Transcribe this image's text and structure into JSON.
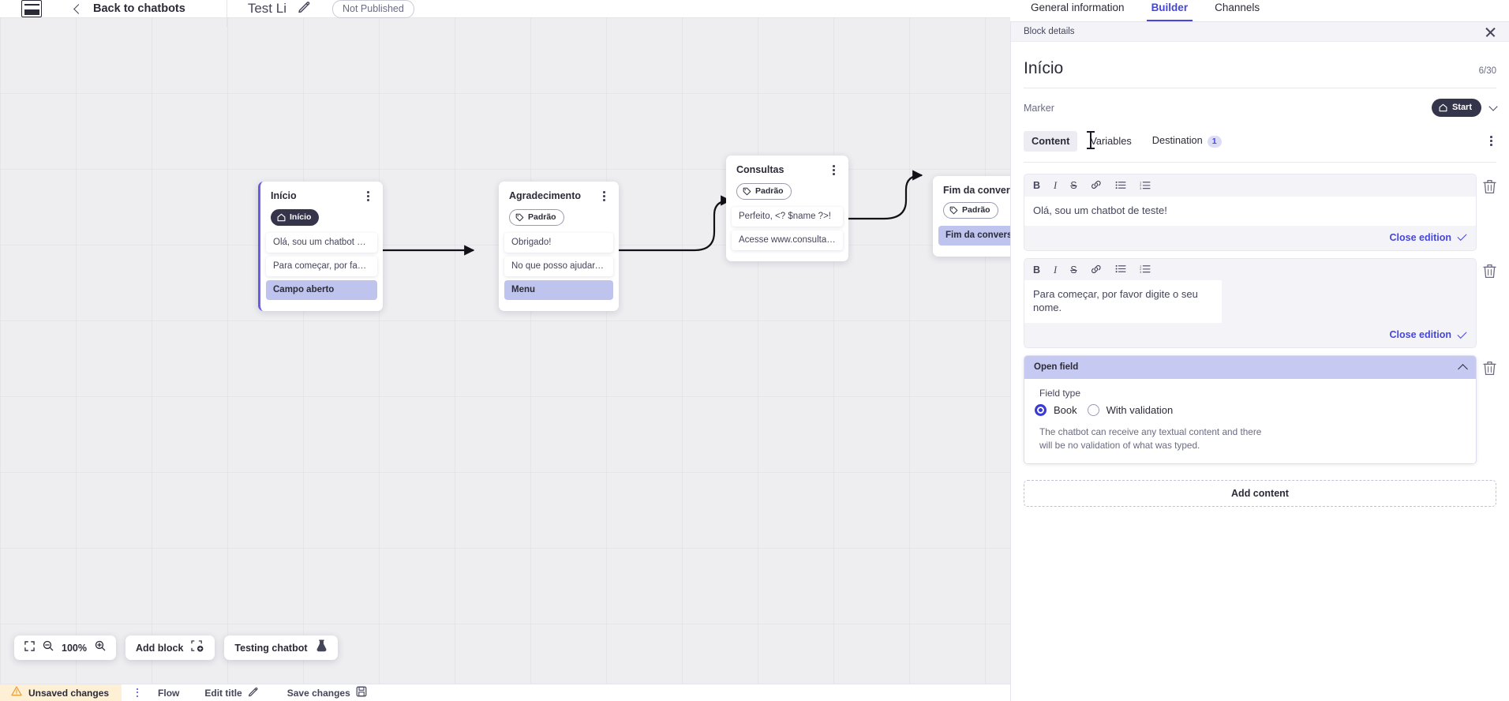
{
  "header": {
    "logo_icon": "app-logo-icon",
    "back_label": "Back to chatbots",
    "bot_name": "Test Li",
    "edit_icon": "pencil-icon",
    "publish_status": "Not Published"
  },
  "top_tabs": [
    {
      "label": "General information",
      "active": false
    },
    {
      "label": "Builder",
      "active": true
    },
    {
      "label": "Channels",
      "active": false
    }
  ],
  "canvas": {
    "zoom_level": "100%",
    "fit_icon": "fit-screen-icon",
    "zoom_out_icon": "zoom-out-icon",
    "zoom_in_icon": "zoom-in-icon",
    "add_block_label": "Add block",
    "add_block_icon": "add-block-icon",
    "testing_label": "Testing chatbot",
    "testing_icon": "flask-icon",
    "nodes": [
      {
        "title": "Início",
        "marker": "Início",
        "marker_icon": "home-icon",
        "marker_style": "dark",
        "selected": true,
        "rows": [
          {
            "text": "Olá, sou um chatbot de teste!",
            "accent": false
          },
          {
            "text": "Para começar, por favor digite o ...",
            "accent": false
          },
          {
            "text": "Campo aberto",
            "accent": true
          }
        ]
      },
      {
        "title": "Agradecimento",
        "marker": "Padrão",
        "marker_icon": "tag-icon",
        "marker_style": "outline",
        "selected": false,
        "rows": [
          {
            "text": "Obrigado!",
            "accent": false
          },
          {
            "text": "No que posso ajudar, <? $name ...",
            "accent": false
          },
          {
            "text": "Menu",
            "accent": true
          }
        ]
      },
      {
        "title": "Consultas",
        "marker": "Padrão",
        "marker_icon": "tag-icon",
        "marker_style": "outline",
        "selected": false,
        "rows": [
          {
            "text": "Perfeito, <? $name ?>!",
            "accent": false
          },
          {
            "text": "Acesse www.consultas.com par...",
            "accent": false
          }
        ]
      },
      {
        "title": "Fim da conversa",
        "marker": "Padrão",
        "marker_icon": "tag-icon",
        "marker_style": "outline",
        "selected": false,
        "rows": [
          {
            "text": "Fim da conversa",
            "accent": true
          }
        ]
      }
    ]
  },
  "statusbar": {
    "unsaved_label": "Unsaved changes",
    "warning_icon": "warning-triangle-icon",
    "kebab_icon": "more-vertical-icon",
    "flow_label": "Flow",
    "edit_title_label": "Edit title",
    "edit_title_icon": "pencil-icon",
    "save_label": "Save changes",
    "save_icon": "save-disk-icon"
  },
  "panel": {
    "topbar_title": "Block details",
    "close_icon": "close-icon",
    "block_title": "Início",
    "char_count": "6/30",
    "marker_label": "Marker",
    "marker_value": "Start",
    "marker_icon": "home-icon",
    "marker_chevron": "chevron-down-icon",
    "tabs": [
      {
        "label": "Content",
        "active": true,
        "badge": null
      },
      {
        "label": "Variables",
        "active": false,
        "badge": null
      },
      {
        "label": "Destination",
        "active": false,
        "badge": "1"
      }
    ],
    "tabs_kebab": "more-vertical-icon",
    "toolbar_buttons": [
      {
        "glyph": "B",
        "name": "bold-icon"
      },
      {
        "glyph": "I",
        "name": "italic-icon"
      },
      {
        "glyph": "S",
        "name": "strikethrough-icon"
      },
      {
        "glyph": "🔗",
        "name": "link-icon"
      },
      {
        "glyph": "☰",
        "name": "bullet-list-icon"
      },
      {
        "glyph": "≡",
        "name": "numbered-list-icon"
      }
    ],
    "content_blocks": [
      {
        "type": "rich-text",
        "text": "Olá, sou um chatbot de teste!",
        "close_label": "Close edition",
        "delete_icon": "trash-icon"
      },
      {
        "type": "rich-text",
        "text": "Para começar, por favor digite o seu nome.",
        "close_label": "Close edition",
        "delete_icon": "trash-icon"
      }
    ],
    "open_field": {
      "header_label": "Open field",
      "collapse_icon": "chevron-up-icon",
      "delete_icon": "trash-icon",
      "field_type_label": "Field type",
      "options": [
        {
          "label": "Book",
          "selected": true
        },
        {
          "label": "With validation",
          "selected": false
        }
      ],
      "description": "The chatbot can receive any textual content and there will be no validation of what was typed."
    },
    "add_content_label": "Add content"
  },
  "colors": {
    "accent": "#4545e0",
    "node_accent_row": "#bfc4ee",
    "open_field_header": "#c6c9f2",
    "unsaved_bg": "#fdf0d5",
    "dark_chip": "#34344a"
  }
}
